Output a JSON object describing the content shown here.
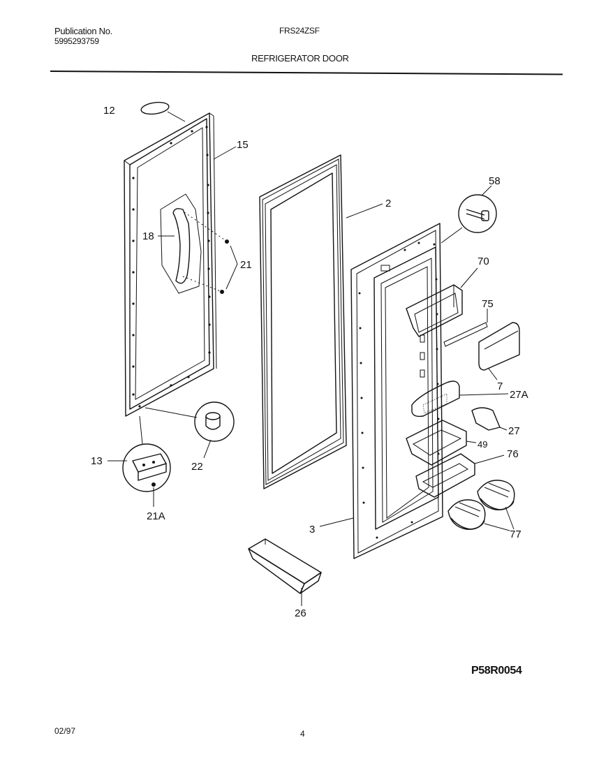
{
  "header": {
    "publication_label": "Publication No.",
    "publication_number": "5995293759",
    "model": "FRS24ZSF",
    "section_title": "REFRIGERATOR DOOR"
  },
  "callouts": {
    "c12": "12",
    "c15": "15",
    "c2": "2",
    "c58": "58",
    "c18": "18",
    "c21": "21",
    "c70": "70",
    "c75": "75",
    "c7": "7",
    "c27A": "27A",
    "c27": "27",
    "c49": "49",
    "c76": "76",
    "c13": "13",
    "c22": "22",
    "c21A": "21A",
    "c3": "3",
    "c77": "77",
    "c26": "26"
  },
  "footer": {
    "figure_code": "P58R0054",
    "date": "02/97",
    "page": "4"
  }
}
